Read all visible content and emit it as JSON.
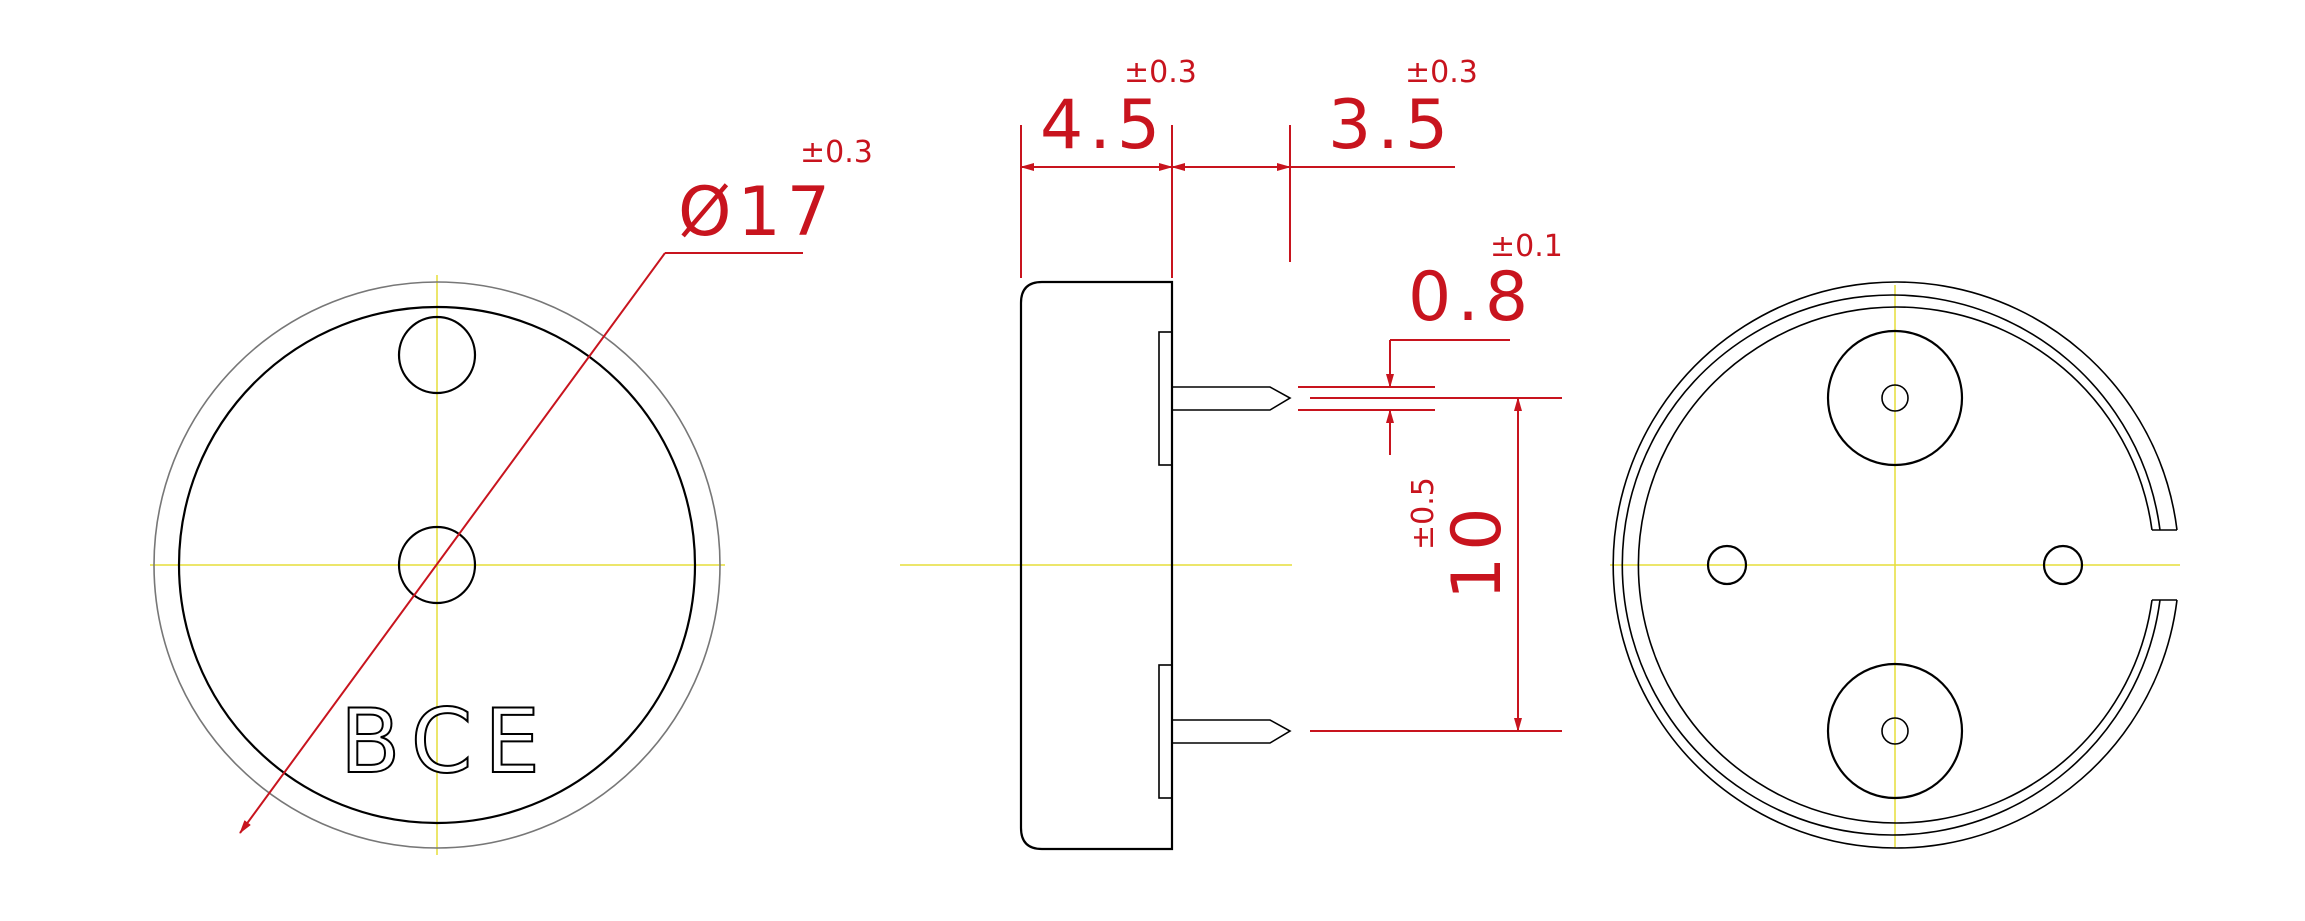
{
  "front_view": {
    "marking": "BCE",
    "diameter_label": "Ø17",
    "diameter_tolerance": "±0.3"
  },
  "side_view": {
    "height_label": "4.5",
    "height_tolerance": "±0.3",
    "pin_length_label": "3.5",
    "pin_length_tolerance": "±0.3",
    "pin_width_label": "0.8",
    "pin_width_tolerance": "±0.1",
    "pin_spacing_label": "10",
    "pin_spacing_tolerance": "±0.5"
  },
  "colors": {
    "outline": "#000000",
    "dimension": "#c8141e",
    "centerline": "#e6de3a"
  }
}
